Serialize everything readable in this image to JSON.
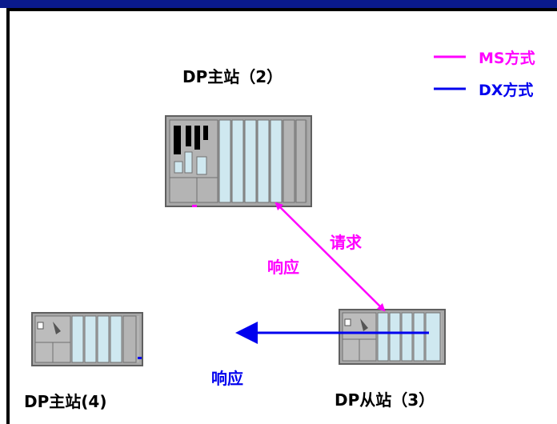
{
  "legend": {
    "ms": {
      "label": "MS方式",
      "color": "#ff00ff"
    },
    "dx": {
      "label": "DX方式",
      "color": "#0000ee"
    }
  },
  "stations": {
    "master_2": {
      "label": "DP主站（2）"
    },
    "master_4": {
      "label": "DP主站(4)"
    },
    "slave_3": {
      "label": "DP从站（3）"
    }
  },
  "arrows": {
    "request": {
      "label": "请求",
      "color": "#ff00ff"
    },
    "response_ms": {
      "label": "响应",
      "color": "#ff00ff"
    },
    "response_dx": {
      "label": "响应",
      "color": "#0000ee"
    }
  },
  "colors": {
    "rack_frame": "#808080",
    "module_body": "#cfe8f0",
    "module_dark": "#000000",
    "top_bar": "#0a1a8c"
  }
}
